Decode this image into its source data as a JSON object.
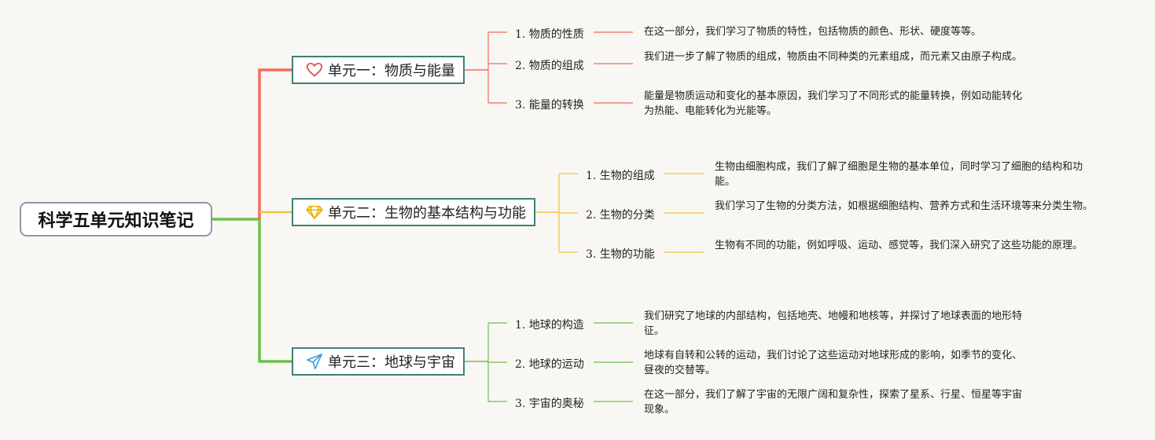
{
  "root": {
    "title": "科学五单元知识笔记"
  },
  "units": [
    {
      "title": "单元一：物质与能量",
      "icon": "heart-icon",
      "color": "#f26d5b",
      "items": [
        {
          "label": "1. 物质的性质",
          "desc": "在这一部分，我们学习了物质的特性，包括物质的颜色、形状、硬度等等。"
        },
        {
          "label": "2. 物质的组成",
          "desc": "我们进一步了解了物质的组成，物质由不同种类的元素组成，而元素又由原子构成。"
        },
        {
          "label": "3. 能量的转换",
          "desc": "能量是物质运动和变化的基本原因，我们学习了不同形式的能量转换，例如动能转化为热能、电能转化为光能等。"
        }
      ]
    },
    {
      "title": "单元二：生物的基本结构与功能",
      "icon": "diamond-icon",
      "color": "#f5c242",
      "items": [
        {
          "label": "1. 生物的组成",
          "desc": "生物由细胞构成，我们了解了细胞是生物的基本单位，同时学习了细胞的结构和功能。"
        },
        {
          "label": "2. 生物的分类",
          "desc": "我们学习了生物的分类方法，如根据细胞结构、营养方式和生活环境等来分类生物。"
        },
        {
          "label": "3. 生物的功能",
          "desc": "生物有不同的功能，例如呼吸、运动、感觉等，我们深入研究了这些功能的原理。"
        }
      ]
    },
    {
      "title": "单元三：地球与宇宙",
      "icon": "paper-plane-icon",
      "color": "#6cc04a",
      "items": [
        {
          "label": "1. 地球的构造",
          "desc": "我们研究了地球的内部结构，包括地壳、地幔和地核等，并探讨了地球表面的地形特征。"
        },
        {
          "label": "2. 地球的运动",
          "desc": "地球有自转和公转的运动，我们讨论了这些运动对地球形成的影响，如季节的变化、昼夜的交替等。"
        },
        {
          "label": "3. 宇宙的奥秘",
          "desc": "在这一部分，我们了解了宇宙的无限广阔和复杂性，探索了星系、行星、恒星等宇宙现象。"
        }
      ]
    }
  ]
}
